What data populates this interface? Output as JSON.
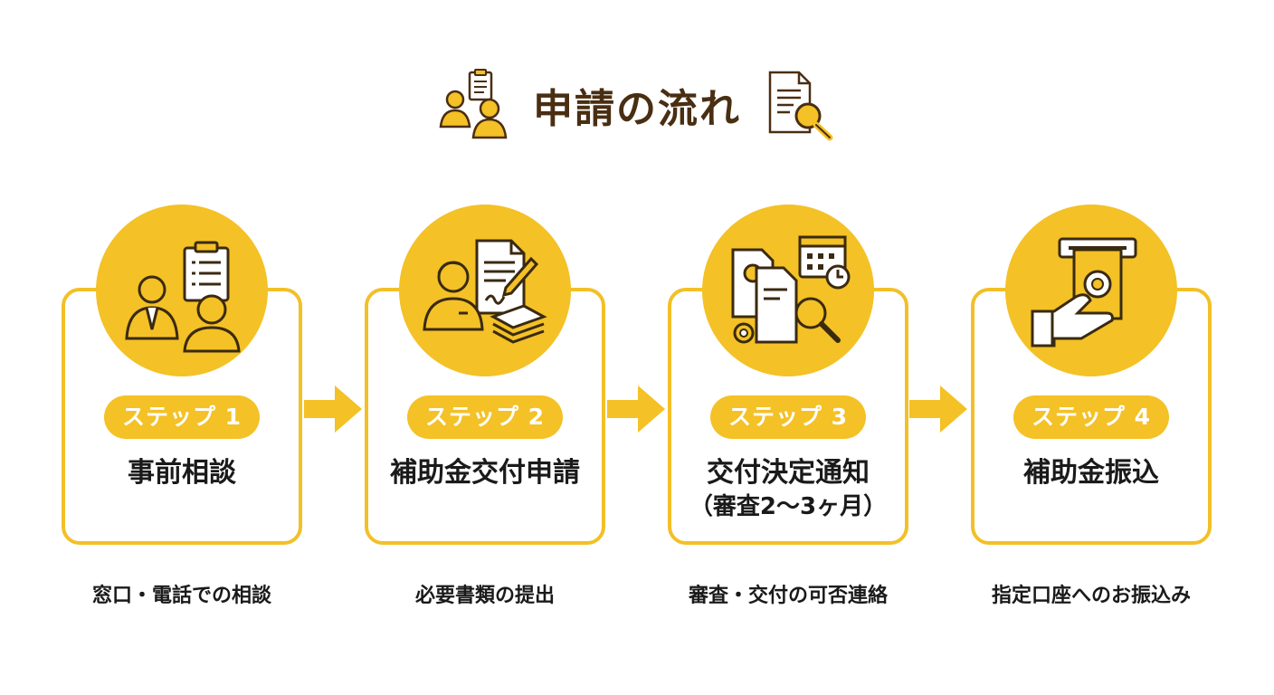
{
  "title": "申請の流れ",
  "accent_color": "#f4c126",
  "title_color": "#4a2e12",
  "steps": [
    {
      "label": "ステップ 1",
      "title": "事前相談",
      "subtitle": "",
      "caption": "窓口・電話での相談",
      "icon": "consultation-icon"
    },
    {
      "label": "ステップ 2",
      "title": "補助金交付申請",
      "subtitle": "",
      "caption": "必要書類の提出",
      "icon": "document-application-icon"
    },
    {
      "label": "ステップ 3",
      "title": "交付決定通知",
      "subtitle": "（審査2～3ヶ月）",
      "caption": "審査・交付の可否連絡",
      "icon": "review-schedule-icon"
    },
    {
      "label": "ステップ 4",
      "title": "補助金振込",
      "subtitle": "",
      "caption": "指定口座へのお振込み",
      "icon": "payment-transfer-icon"
    }
  ]
}
